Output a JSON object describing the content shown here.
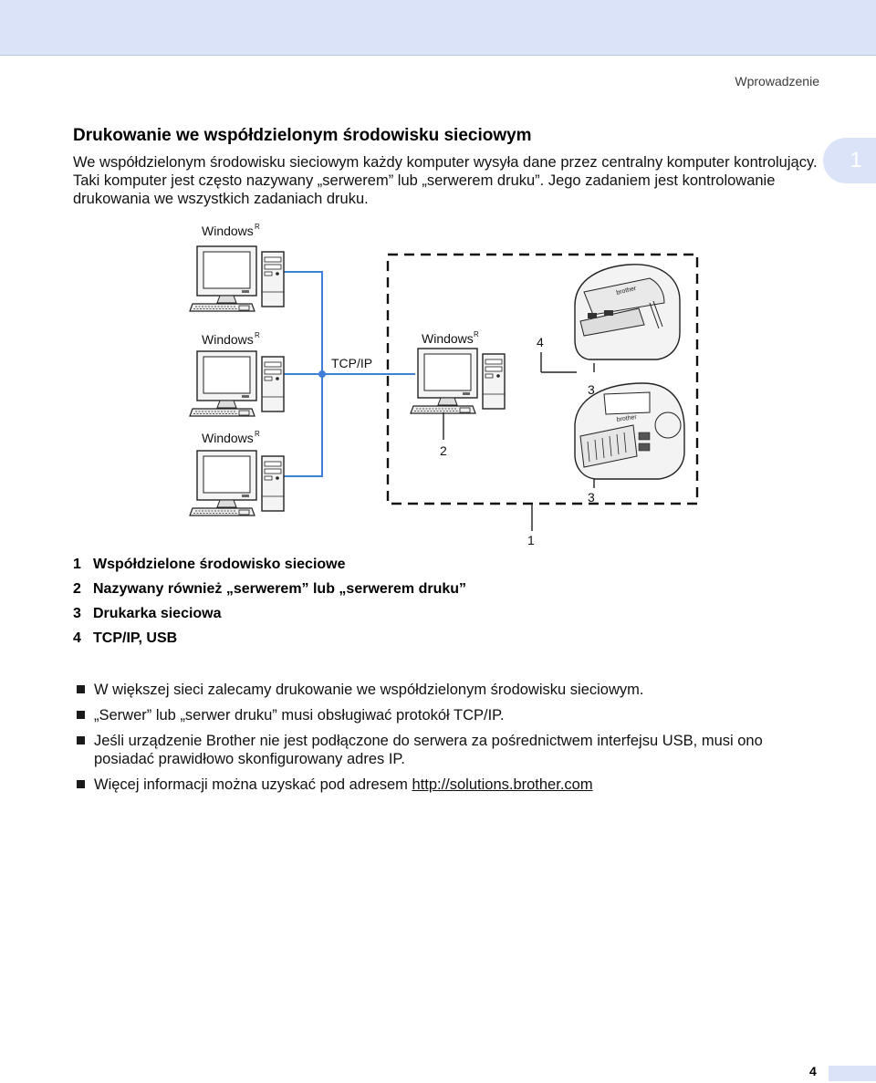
{
  "header": {
    "section": "Wprowadzenie",
    "chapter": "1"
  },
  "heading": "Drukowanie we współdzielonym środowisku sieciowym",
  "intro": "We współdzielonym środowisku sieciowym każdy komputer wysyła dane przez centralny komputer kontrolujący. Taki komputer jest często nazywany „serwerem” lub „serwerem druku”. Jego zadaniem jest kontrolowanie drukowania we wszystkich zadaniach druku.",
  "diagram": {
    "windows_label": "Windows",
    "registered_mark": "R",
    "protocol_label": "TCP/IP",
    "callout_1": "1",
    "callout_2": "2",
    "callout_3": "3",
    "callout_4": "4",
    "printer_brand": "brother"
  },
  "legend": [
    {
      "num": "1",
      "text": "Współdzielone środowisko sieciowe"
    },
    {
      "num": "2",
      "text": "Nazywany również „serwerem” lub „serwerem druku”"
    },
    {
      "num": "3",
      "text": "Drukarka sieciowa"
    },
    {
      "num": "4",
      "text": "TCP/IP, USB"
    }
  ],
  "notes": [
    "W większej sieci zalecamy drukowanie we współdzielonym środowisku sieciowym.",
    "„Serwer” lub „serwer druku” musi obsługiwać protokół TCP/IP.",
    "Jeśli urządzenie Brother nie jest podłączone do serwera za pośrednictwem interfejsu USB, musi ono posiadać prawidłowo skonfigurowany adres IP."
  ],
  "more_info": {
    "text": "Więcej informacji można uzyskać pod adresem ",
    "link": "http://solutions.brother.com"
  },
  "footer": {
    "page_number": "4"
  },
  "colors": {
    "accent_band": "#dbe3f8",
    "network_line": "#3f7fd8"
  }
}
